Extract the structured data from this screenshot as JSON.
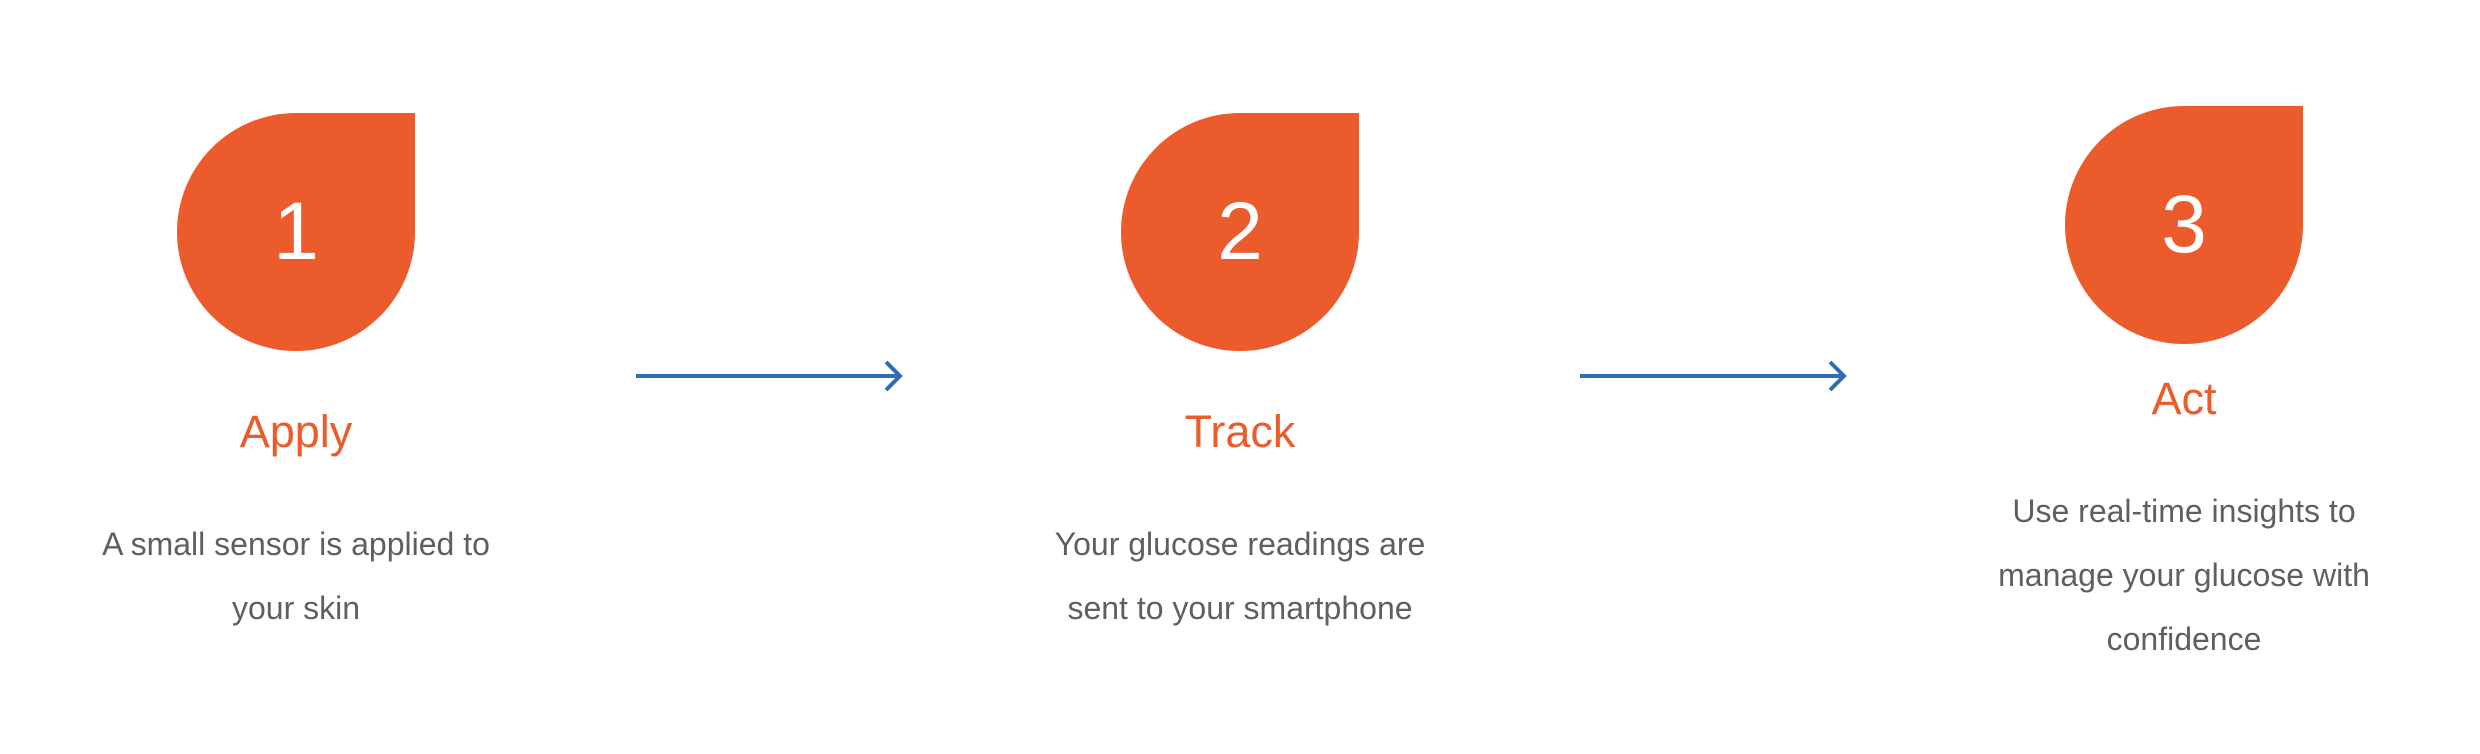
{
  "colors": {
    "accent": "#eb5b2b",
    "arrow": "#2f6db5",
    "text": "#5f5f5f"
  },
  "steps": [
    {
      "number": "1",
      "title": "Apply",
      "desc_lines": [
        "A small sensor is applied to",
        "your skin"
      ]
    },
    {
      "number": "2",
      "title": "Track",
      "desc_lines": [
        "Your glucose readings are",
        "sent to your smartphone"
      ]
    },
    {
      "number": "3",
      "title": "Act",
      "desc_lines": [
        "Use real-time insights to",
        "manage your glucose with",
        "confidence"
      ]
    }
  ],
  "connectors": [
    {
      "icon": "arrow-right-icon"
    },
    {
      "icon": "arrow-right-icon"
    }
  ]
}
